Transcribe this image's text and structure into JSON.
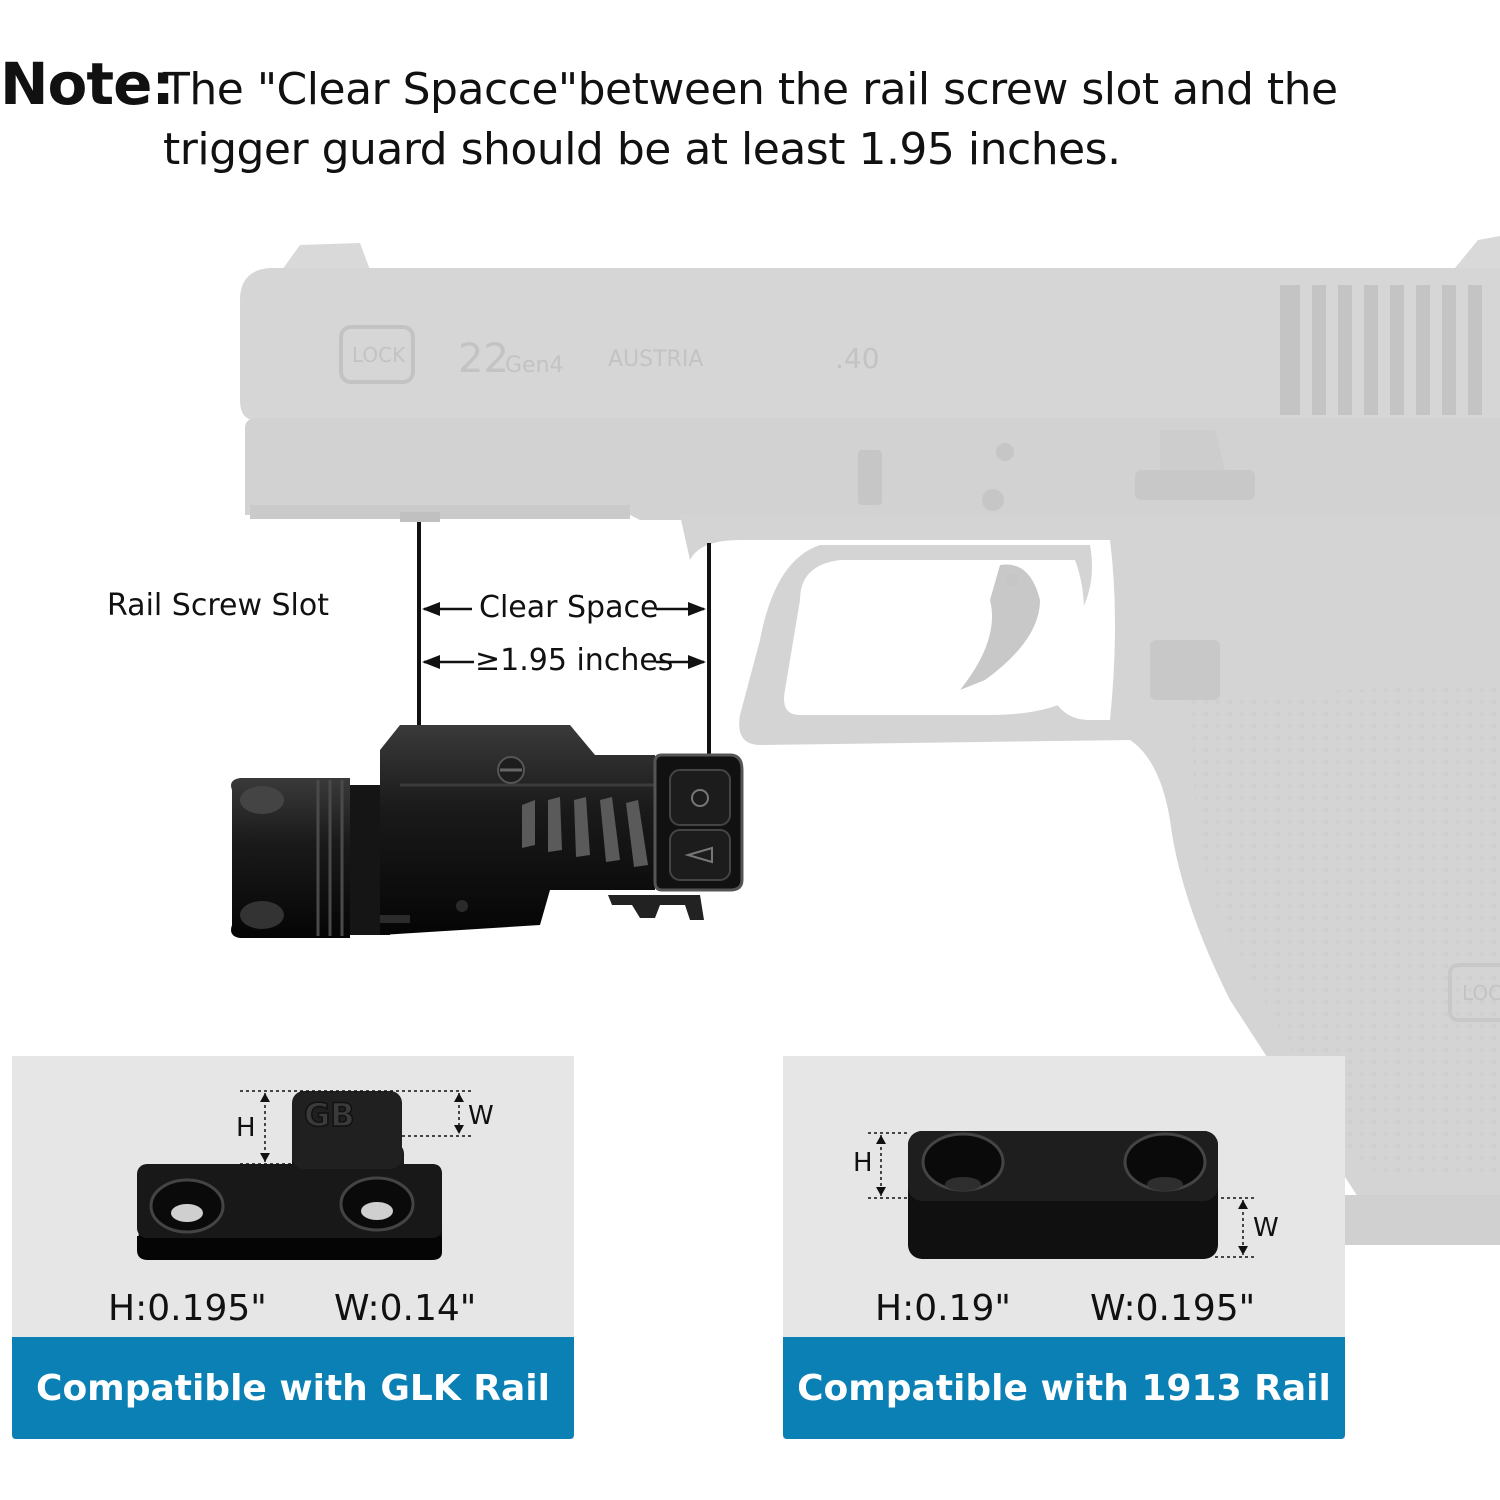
{
  "note": {
    "label": "Note:",
    "text": "The \"Clear Spacce\"between the rail screw slot and the trigger guard should be at least 1.95 inches."
  },
  "pistol": {
    "brand_mark": "LOCK",
    "model": "22",
    "generation": "Gen4",
    "origin": "AUSTRIA",
    "caliber": ".40",
    "grip_mark": "LOC"
  },
  "diagram": {
    "rail_screw_slot": "Rail Screw Slot",
    "clear_space": "Clear Space",
    "min_distance": "≥1.95 inches"
  },
  "panels": [
    {
      "logo": "GB",
      "h_mark": "H",
      "w_mark": "W",
      "height": "H:0.195\"",
      "width": "W:0.14\"",
      "banner": "Compatible with GLK Rail"
    },
    {
      "h_mark": "H",
      "w_mark": "W",
      "height": "H:0.19\"",
      "width": "W:0.195\"",
      "banner": "Compatible with 1913 Rail"
    }
  ],
  "colors": {
    "banner": "#0a80b5",
    "panel_bg": "#e6e6e6",
    "pistol_gray": "#d7d7d7"
  }
}
